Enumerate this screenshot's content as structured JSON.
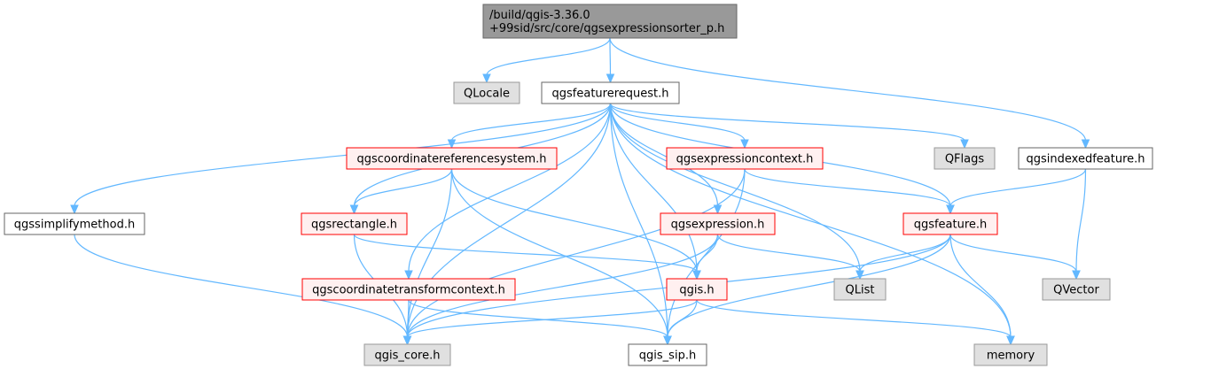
{
  "colors": {
    "edge": "#63b8ff",
    "root_fill": "#999999",
    "root_border": "#666666",
    "plain_fill": "#ffffff",
    "plain_border": "#666666",
    "red_fill": "#fff0f0",
    "red_border": "#ff0000",
    "system_fill": "#e0e0e0",
    "system_border": "#999999"
  },
  "nodes": [
    {
      "id": "root",
      "style": "root",
      "lines": [
        "/build/qgis-3.36.0",
        "+99sid/src/core/qgsexpressionsorter_p.h"
      ]
    },
    {
      "id": "qlocale",
      "style": "system",
      "lines": [
        "QLocale"
      ]
    },
    {
      "id": "qgsfeaturerequest",
      "style": "plain",
      "lines": [
        "qgsfeaturerequest.h"
      ]
    },
    {
      "id": "qgsindexedfeature",
      "style": "plain",
      "lines": [
        "qgsindexedfeature.h"
      ]
    },
    {
      "id": "qgscrs",
      "style": "red",
      "lines": [
        "qgscoordinatereferencesystem.h"
      ]
    },
    {
      "id": "qgsexprctx",
      "style": "red",
      "lines": [
        "qgsexpressioncontext.h"
      ]
    },
    {
      "id": "qflags",
      "style": "system",
      "lines": [
        "QFlags"
      ]
    },
    {
      "id": "qgssimplify",
      "style": "plain",
      "lines": [
        "qgssimplifymethod.h"
      ]
    },
    {
      "id": "qgsrectangle",
      "style": "red",
      "lines": [
        "qgsrectangle.h"
      ]
    },
    {
      "id": "qgsexpression",
      "style": "red",
      "lines": [
        "qgsexpression.h"
      ]
    },
    {
      "id": "qgsfeature",
      "style": "red",
      "lines": [
        "qgsfeature.h"
      ]
    },
    {
      "id": "qgsctc",
      "style": "red",
      "lines": [
        "qgscoordinatetransformcontext.h"
      ]
    },
    {
      "id": "qgis",
      "style": "red",
      "lines": [
        "qgis.h"
      ]
    },
    {
      "id": "qlist",
      "style": "system",
      "lines": [
        "QList"
      ]
    },
    {
      "id": "qvector",
      "style": "system",
      "lines": [
        "QVector"
      ]
    },
    {
      "id": "qgiscore",
      "style": "system",
      "lines": [
        "qgis_core.h"
      ]
    },
    {
      "id": "qgissip",
      "style": "plain",
      "lines": [
        "qgis_sip.h"
      ]
    },
    {
      "id": "memory",
      "style": "system",
      "lines": [
        "memory"
      ]
    }
  ],
  "edges": [
    {
      "from": "root",
      "to": "qlocale"
    },
    {
      "from": "root",
      "to": "qgsfeaturerequest"
    },
    {
      "from": "root",
      "to": "qgsindexedfeature"
    },
    {
      "from": "qgsfeaturerequest",
      "to": "qflags"
    },
    {
      "from": "qgsfeaturerequest",
      "to": "qgscrs"
    },
    {
      "from": "qgsfeaturerequest",
      "to": "qgsexprctx"
    },
    {
      "from": "qgsfeaturerequest",
      "to": "qgssimplify"
    },
    {
      "from": "qgsfeaturerequest",
      "to": "qgsrectangle"
    },
    {
      "from": "qgsfeaturerequest",
      "to": "qgsexpression"
    },
    {
      "from": "qgsfeaturerequest",
      "to": "qgsfeature"
    },
    {
      "from": "qgsfeaturerequest",
      "to": "qgsctc"
    },
    {
      "from": "qgsfeaturerequest",
      "to": "qgis"
    },
    {
      "from": "qgsfeaturerequest",
      "to": "qlist"
    },
    {
      "from": "qgsfeaturerequest",
      "to": "qgiscore"
    },
    {
      "from": "qgsfeaturerequest",
      "to": "qgissip"
    },
    {
      "from": "qgsfeaturerequest",
      "to": "memory"
    },
    {
      "from": "qgscrs",
      "to": "qgsrectangle"
    },
    {
      "from": "qgscrs",
      "to": "qgis"
    },
    {
      "from": "qgscrs",
      "to": "qgiscore"
    },
    {
      "from": "qgscrs",
      "to": "qgissip"
    },
    {
      "from": "qgsexprctx",
      "to": "qgsfeature"
    },
    {
      "from": "qgsexprctx",
      "to": "qgiscore"
    },
    {
      "from": "qgsexprctx",
      "to": "qgissip"
    },
    {
      "from": "qgsindexedfeature",
      "to": "qgsfeature"
    },
    {
      "from": "qgsindexedfeature",
      "to": "qvector"
    },
    {
      "from": "qgssimplify",
      "to": "qgiscore"
    },
    {
      "from": "qgsrectangle",
      "to": "qgis"
    },
    {
      "from": "qgsrectangle",
      "to": "qgiscore"
    },
    {
      "from": "qgsexpression",
      "to": "qgis"
    },
    {
      "from": "qgsexpression",
      "to": "qlist"
    },
    {
      "from": "qgsexpression",
      "to": "qgiscore"
    },
    {
      "from": "qgsfeature",
      "to": "qlist"
    },
    {
      "from": "qgsfeature",
      "to": "qvector"
    },
    {
      "from": "qgsfeature",
      "to": "qgiscore"
    },
    {
      "from": "qgsfeature",
      "to": "qgissip"
    },
    {
      "from": "qgsfeature",
      "to": "memory"
    },
    {
      "from": "qgsctc",
      "to": "qgiscore"
    },
    {
      "from": "qgsctc",
      "to": "qgissip"
    },
    {
      "from": "qgis",
      "to": "qgiscore"
    },
    {
      "from": "qgis",
      "to": "qgissip"
    },
    {
      "from": "qgis",
      "to": "memory"
    }
  ]
}
